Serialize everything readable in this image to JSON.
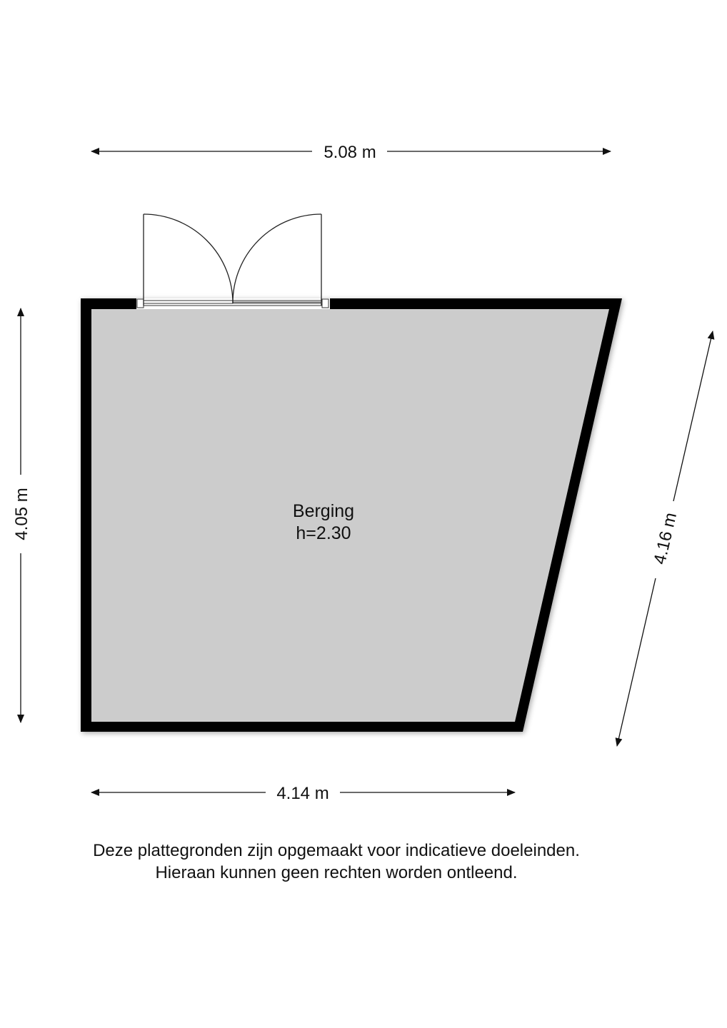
{
  "room": {
    "name": "Berging",
    "height_label": "h=2.30"
  },
  "dimensions": {
    "top_width": "5.08 m",
    "left_height": "4.05 m",
    "right_slant": "4.16 m",
    "bottom_width": "4.14 m"
  },
  "disclaimer": {
    "line1": "Deze plattegronden zijn opgemaakt voor indicatieve doeleinden.",
    "line2": "Hieraan kunnen geen rechten worden ontleend."
  },
  "colors": {
    "wall": "#000000",
    "floor": "#cccccc",
    "line": "#111111"
  }
}
